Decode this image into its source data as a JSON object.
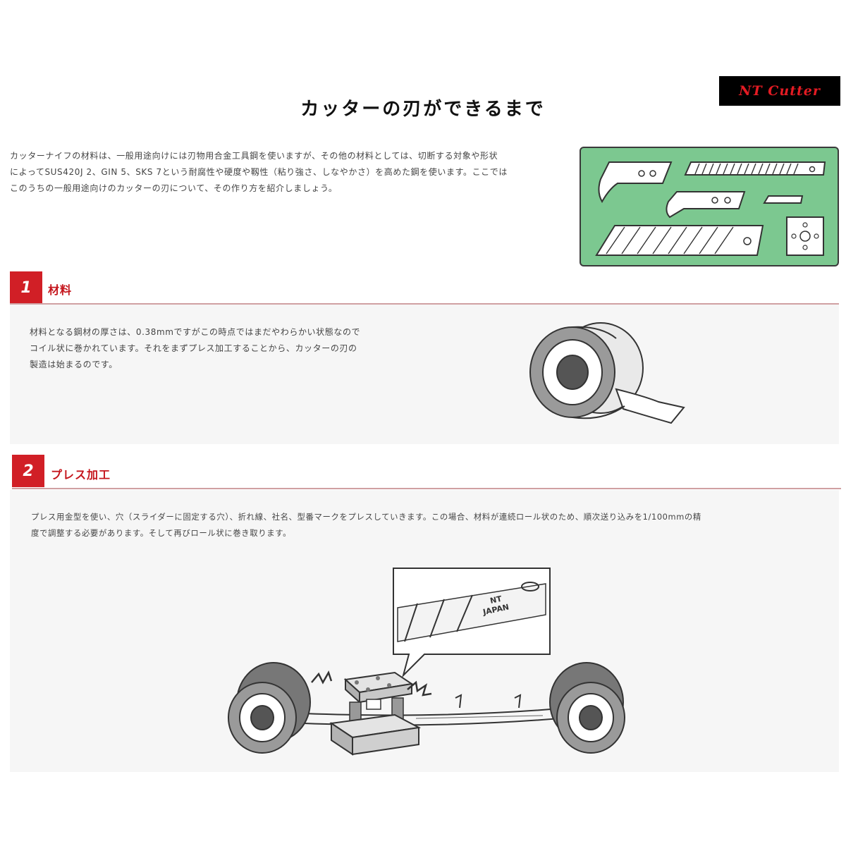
{
  "logo": {
    "text": "NT Cutter"
  },
  "page": {
    "title": "カッターの刃ができるまで"
  },
  "intro": {
    "lines": [
      "カッターナイフの材料は、一般用途向けには刃物用合金工具鋼を使いますが、その他の材料としては、切断する対象や形状",
      "によってSUS420J 2、GIN 5、SKS 7という耐腐性や硬度や靱性（粘り強さ、しなやかさ）を高めた鋼を使います。ここでは",
      "このうちの一般用途向けのカッターの刃について、その作り方を紹介しましょう。"
    ]
  },
  "sections": [
    {
      "number": "1",
      "title": "材料",
      "lines": [
        "材料となる鋼材の厚さは、0.38mmですがこの時点ではまだやわらかい状態なので",
        "コイル状に巻かれています。それをまずプレス加工することから、カッターの刃の",
        "製造は始まるのです。"
      ]
    },
    {
      "number": "2",
      "title": "プレス加工",
      "lines": [
        "プレス用金型を使い、穴（スライダーに固定する穴）、折れ線、社名、型番マークをプレスしていきます。この場合、材料が連続ロール状のため、順次送り込みを1/100mmの精",
        "度で調整する必要があります。そして再びロール状に巻き取ります。"
      ]
    }
  ],
  "callout": {
    "brand_line1": "NT",
    "brand_line2": "JAPAN"
  },
  "colors": {
    "accent": "#d11f26",
    "card_green": "#7cc890"
  }
}
